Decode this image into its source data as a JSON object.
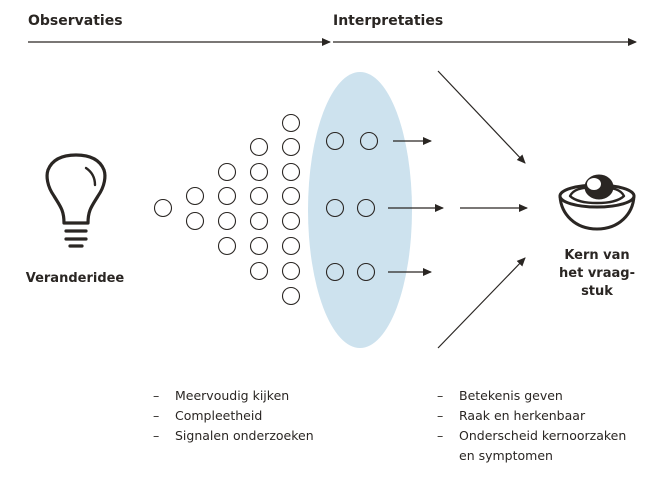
{
  "headers": {
    "observaties": "Observaties",
    "interpretaties": "Interpretaties"
  },
  "labels": {
    "veranderidee": "Veranderidee",
    "kern": "Kern van\nhet vraag-\nstuk"
  },
  "icons": {
    "bulb": "lightbulb-icon",
    "kern": "avocado-core-icon"
  },
  "lists": {
    "observaties": [
      "Meervoudig kijken",
      "Compleetheid",
      "Signalen onderzoeken"
    ],
    "interpretaties": [
      "Betekenis geven",
      "Raak en herkenbaar",
      "Onderscheid kernoorzaken\nen symptomen"
    ]
  },
  "colors": {
    "ink": "#2a2623",
    "lens": "#cde2ee"
  }
}
